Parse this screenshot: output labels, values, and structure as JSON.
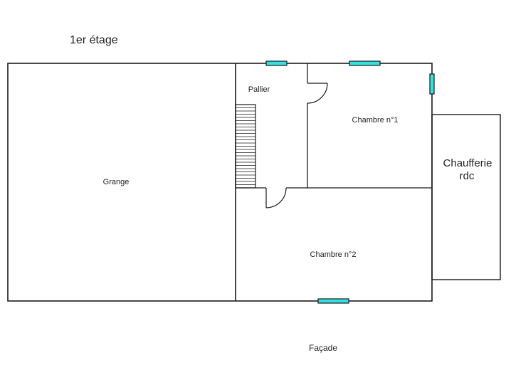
{
  "floor_title": "1er étage",
  "rooms": {
    "grange": "Grange",
    "pallier": "Pallier",
    "chambre1": "Chambre n°1",
    "chambre2": "Chambre n°2",
    "chaufferie_line1": "Chaufferie",
    "chaufferie_line2": "rdc"
  },
  "facade_label": "Façade",
  "colors": {
    "window": "#35e0e0",
    "wall": "#1a1a1a",
    "background": "#ffffff"
  }
}
